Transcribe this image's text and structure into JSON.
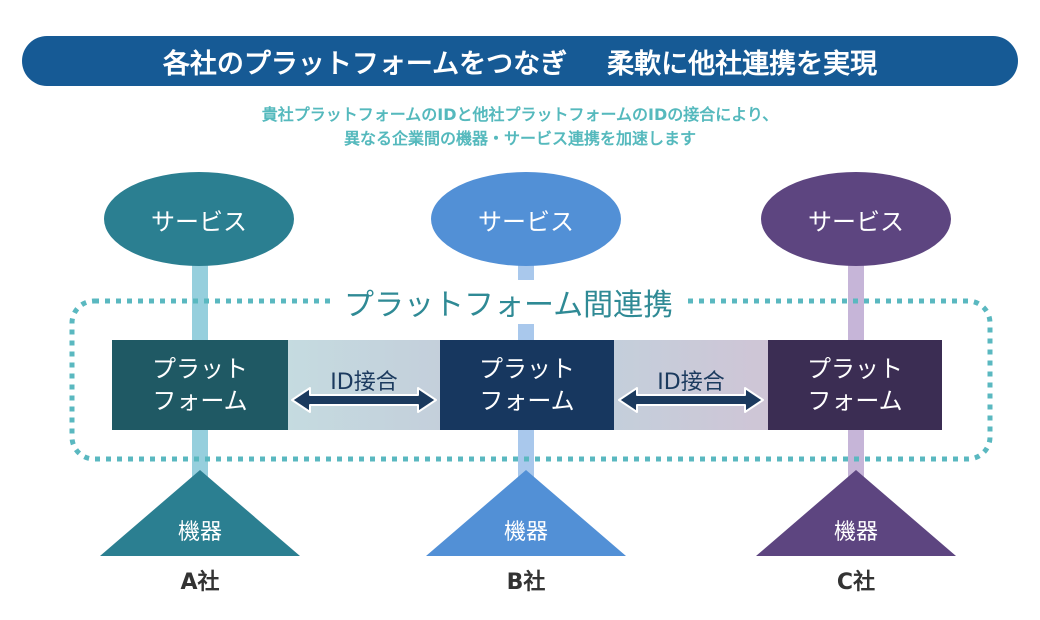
{
  "header": {
    "title_part1": "各社のプラットフォームをつなぎ",
    "title_part2": "柔軟に他社連携を実現"
  },
  "subtitle": {
    "line1": "貴社プラットフォームのIDと他社プラットフォームのIDの接合により、",
    "line2": "異なる企業間の機器・サービス連携を加速します"
  },
  "section_label": "プラットフォーム間連携",
  "columns": [
    {
      "service": "サービス",
      "platform_line1": "プラット",
      "platform_line2": "フォーム",
      "device": "機器",
      "company": "A社"
    },
    {
      "service": "サービス",
      "platform_line1": "プラット",
      "platform_line2": "フォーム",
      "device": "機器",
      "company": "B社"
    },
    {
      "service": "サービス",
      "platform_line1": "プラット",
      "platform_line2": "フォーム",
      "device": "機器",
      "company": "C社"
    }
  ],
  "links": [
    {
      "label": "ID接合"
    },
    {
      "label": "ID接合"
    }
  ],
  "colors": {
    "banner": "#165a95",
    "subtitle": "#55b9bd",
    "dotted_border": "#5ab8c0",
    "col_a": "#2b7f91",
    "col_b": "#5290d6",
    "col_c": "#5d4580",
    "platform_a": "#1f5964",
    "platform_b": "#17375f",
    "platform_c": "#3b2d53",
    "arrow": "#1b3a5e"
  }
}
